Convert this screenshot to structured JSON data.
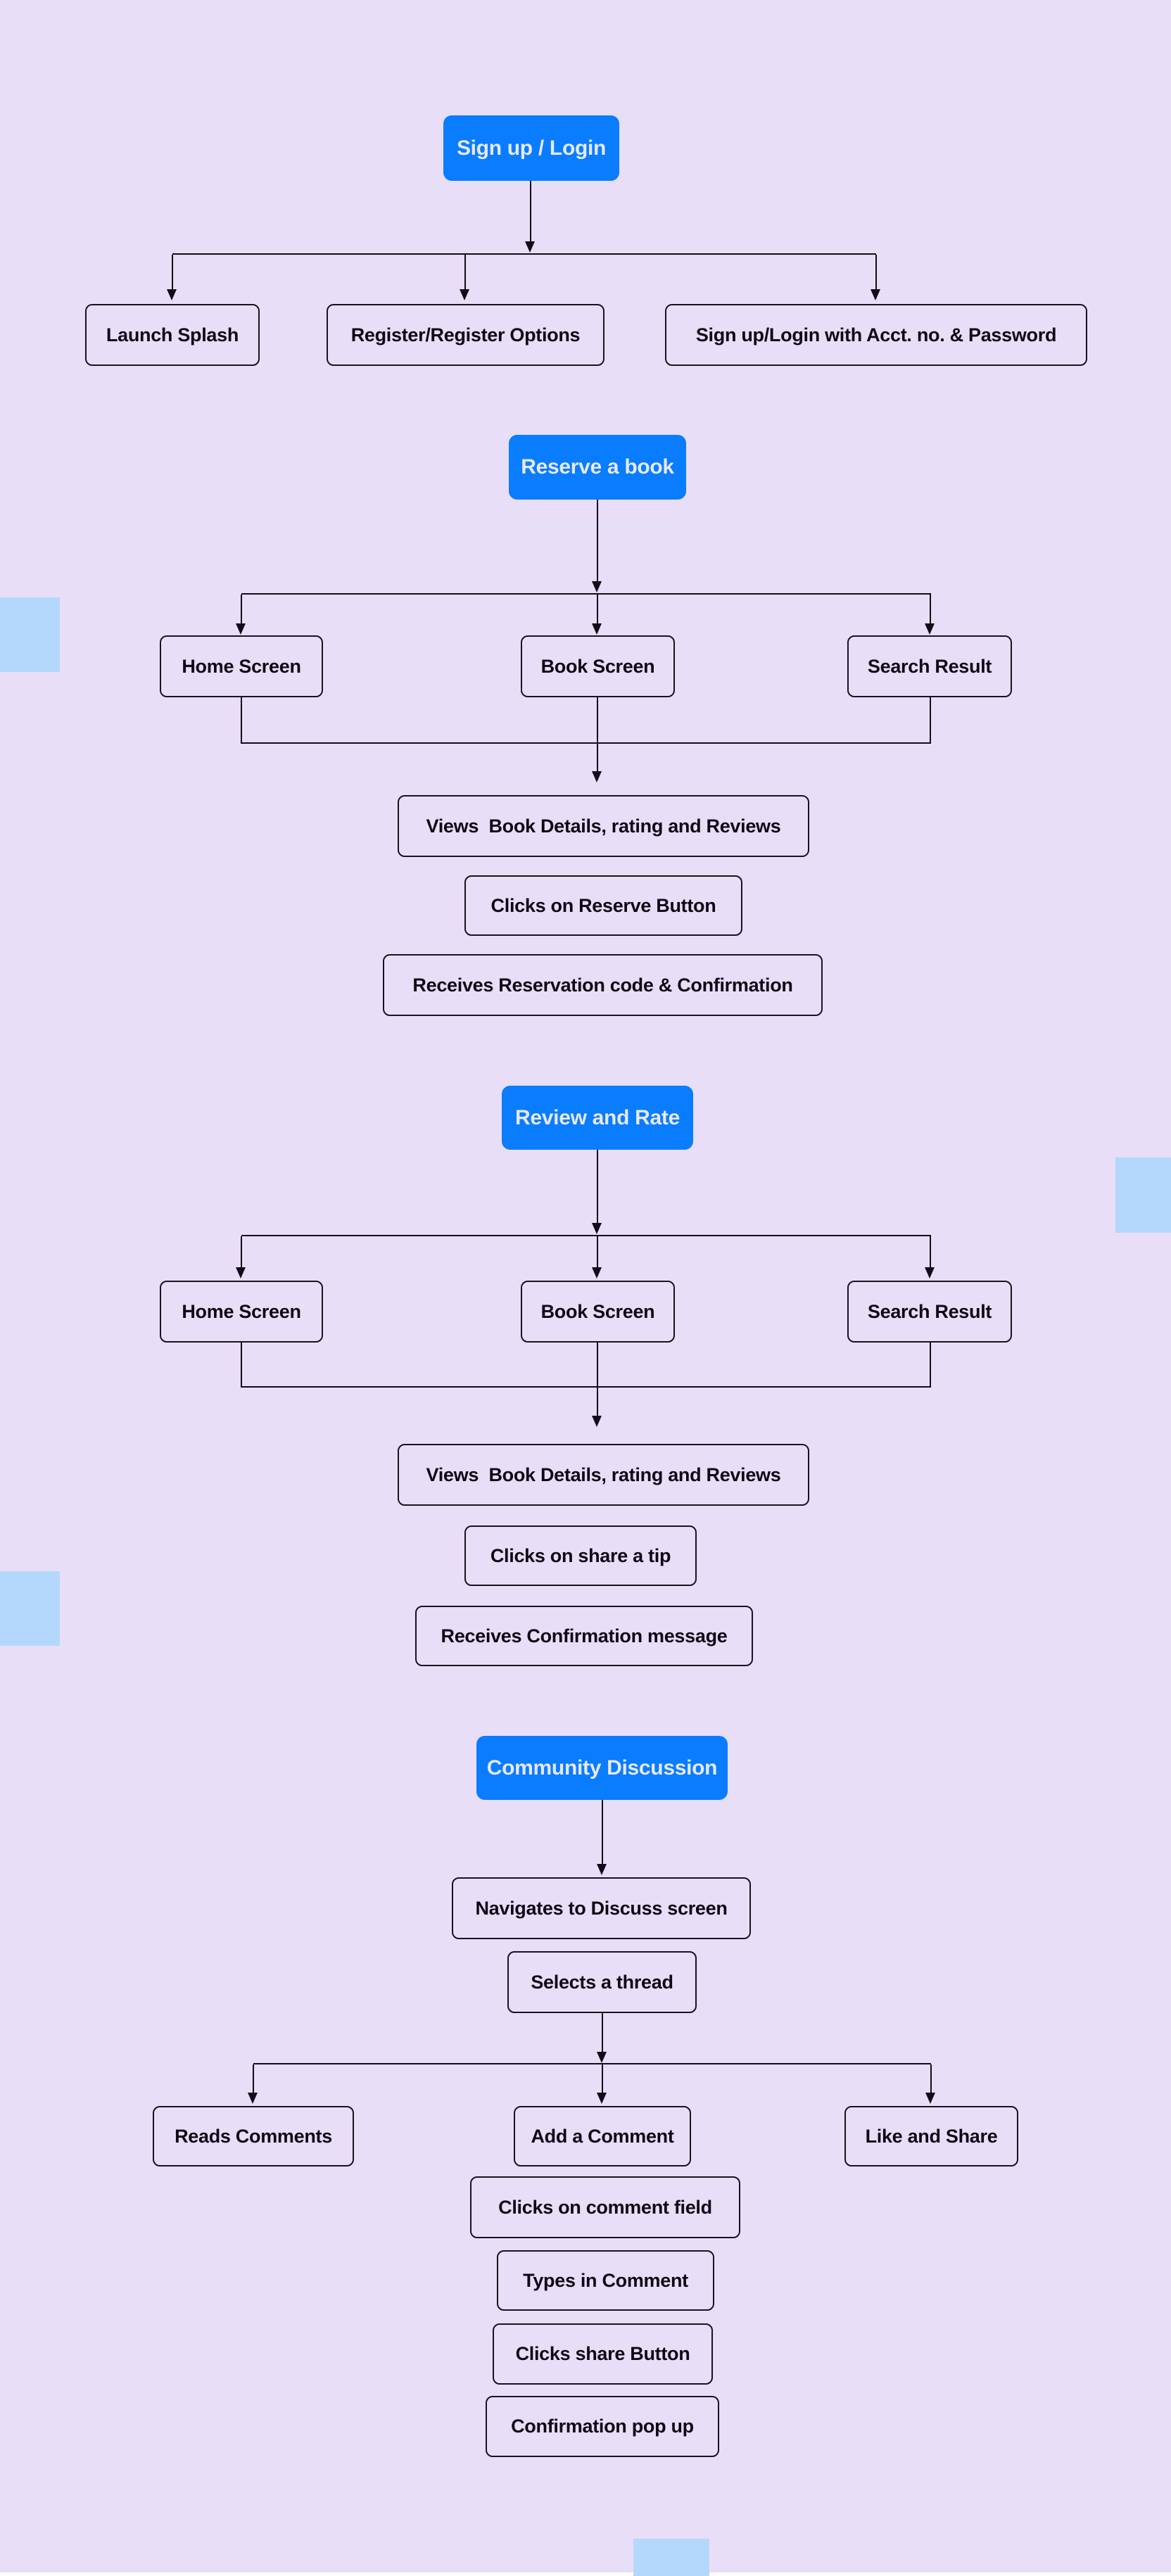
{
  "colors": {
    "background": "#e9def8",
    "accent_blue": "#0a7cfe",
    "accent_blue_text": "#e6e9f8",
    "node_border": "#17131f",
    "node_text": "#0c0914",
    "connector": "#100d18",
    "decor_blue": "#b4d8fb"
  },
  "diagram": {
    "type": "flowchart",
    "sections": [
      {
        "title": "Sign up / Login",
        "branches": [
          "Launch Splash",
          "Register/Register Options",
          "Sign up/Login with Acct. no. & Password"
        ],
        "steps": []
      },
      {
        "title": "Reserve a book",
        "branches": [
          "Home Screen",
          "Book Screen",
          "Search Result"
        ],
        "steps": [
          "Views  Book Details, rating and Reviews",
          "Clicks on Reserve Button",
          "Receives Reservation code & Confirmation"
        ]
      },
      {
        "title": "Review and Rate",
        "branches": [
          "Home Screen",
          "Book Screen",
          "Search Result"
        ],
        "steps": [
          "Views  Book Details, rating and Reviews",
          "Clicks on share a tip",
          "Receives Confirmation message"
        ]
      },
      {
        "title": "Community Discussion",
        "pre_steps": [
          "Navigates to Discuss screen",
          "Selects a thread"
        ],
        "branches": [
          "Reads Comments",
          "Add a Comment",
          "Like and Share"
        ],
        "steps": [
          "Clicks on comment field",
          "Types in Comment",
          "Clicks share Button",
          "Confirmation pop up"
        ]
      }
    ]
  }
}
